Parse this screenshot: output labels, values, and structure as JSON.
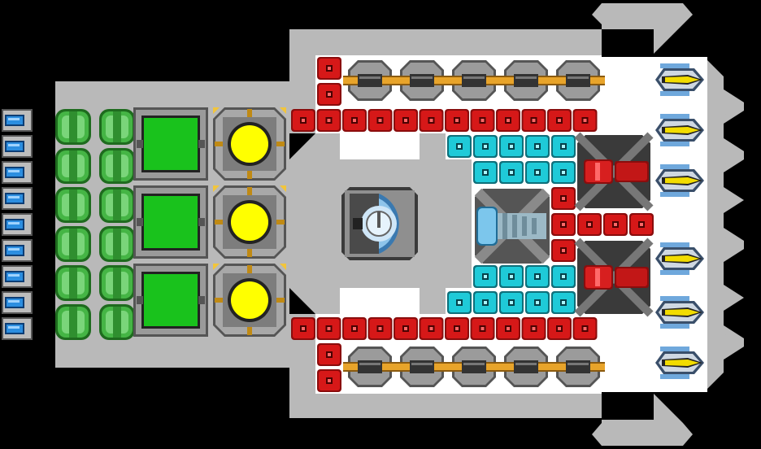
{
  "scene": {
    "kind": "top-down spaceship blueprint",
    "background": "#000000",
    "colors": {
      "hull": "#b9b9b9",
      "hull_dark": "#8e8e8e",
      "floor": "#ffffff",
      "conduit_red": "#d11414",
      "conduit_cyan": "#19c6d6",
      "generator_green": "#19c21c",
      "reactor_yellow": "#ffff00",
      "tank_green": "#3fae3f",
      "thruster_blue": "#2a86d8",
      "turret_orange": "#e2a12a",
      "missile_yellow": "#f2dc00"
    }
  },
  "legend": {
    "red_conduit": "red-conduit-block",
    "cyan_conduit": "cyan-conduit-block",
    "generator": "green-generator-block",
    "reactor": "yellow-reactor-block",
    "tank": "green-tank-block",
    "thruster": "blue-thruster-block",
    "turret": "orange-turret-block",
    "missile": "yellow-missile-launcher",
    "core": "command-core-block",
    "cannon": "cyan-cannon-block",
    "red_weapon": "red-weapon-block"
  }
}
